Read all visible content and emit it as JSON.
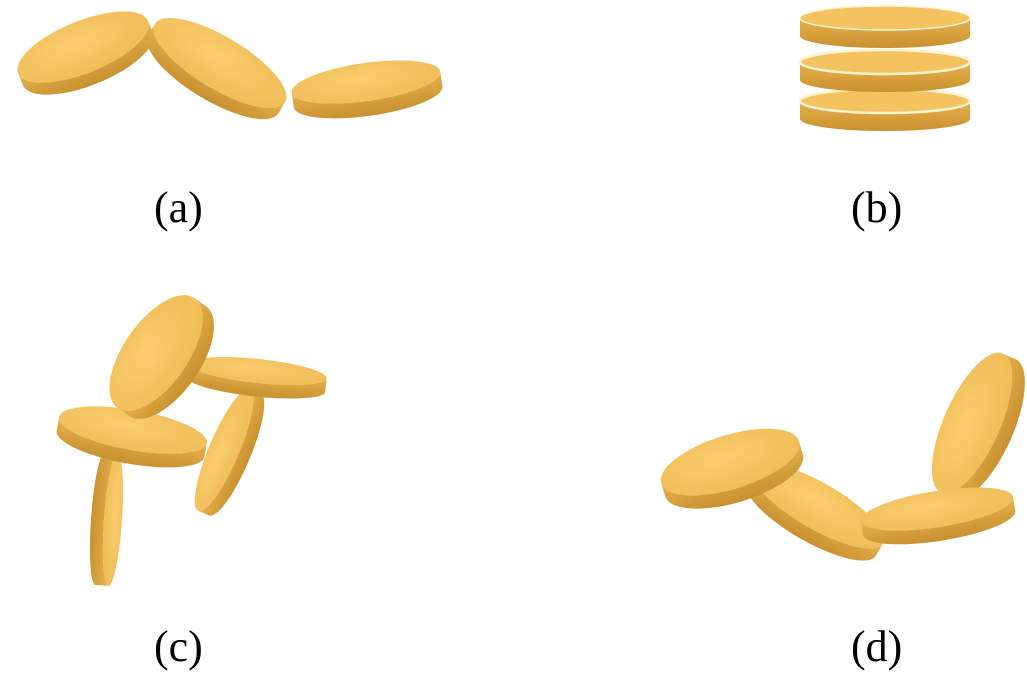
{
  "panels": [
    {
      "id": "a",
      "label": "(a)"
    },
    {
      "id": "b",
      "label": "(b)"
    },
    {
      "id": "c",
      "label": "(c)"
    },
    {
      "id": "d",
      "label": "(d)"
    }
  ],
  "colors": {
    "disk_top": "#f6c563",
    "disk_side": "#d79e3c",
    "disk_highlight": "#fff3d2",
    "background": "#ffffff",
    "label": "#000000"
  }
}
